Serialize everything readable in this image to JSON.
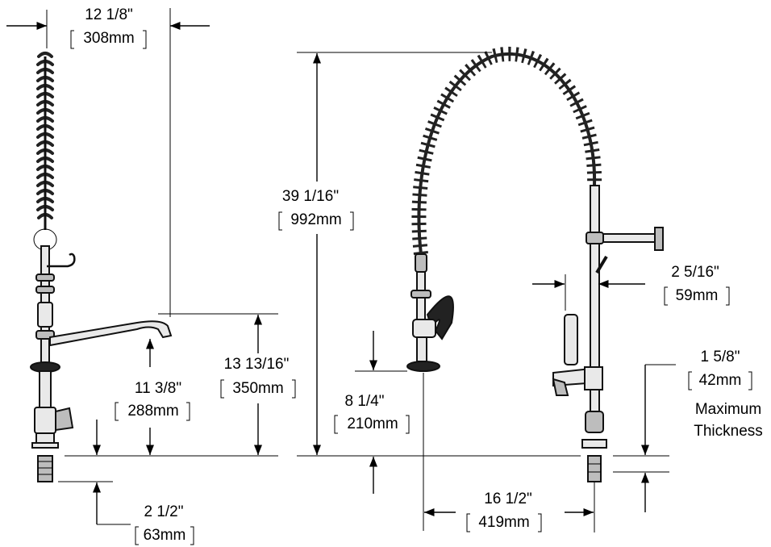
{
  "dimensions": {
    "overall_width": {
      "imperial": "12 1/8\"",
      "metric": "308mm"
    },
    "overall_height": {
      "imperial": "39 1/16\"",
      "metric": "992mm"
    },
    "spout_height": {
      "imperial": "13 13/16\"",
      "metric": "350mm"
    },
    "spout_clearance": {
      "imperial": "11 3/8\"",
      "metric": "288mm"
    },
    "shank_length": {
      "imperial": "2 1/2\"",
      "metric": "63mm"
    },
    "spray_valve_height": {
      "imperial": "8 1/4\"",
      "metric": "210mm"
    },
    "reach": {
      "imperial": "16 1/2\"",
      "metric": "419mm"
    },
    "wall_bracket_offset": {
      "imperial": "2 5/16\"",
      "metric": "59mm"
    },
    "max_thickness": {
      "imperial": "1 5/8\"",
      "metric": "42mm",
      "note_line1": "Maximum",
      "note_line2": "Thickness"
    }
  }
}
